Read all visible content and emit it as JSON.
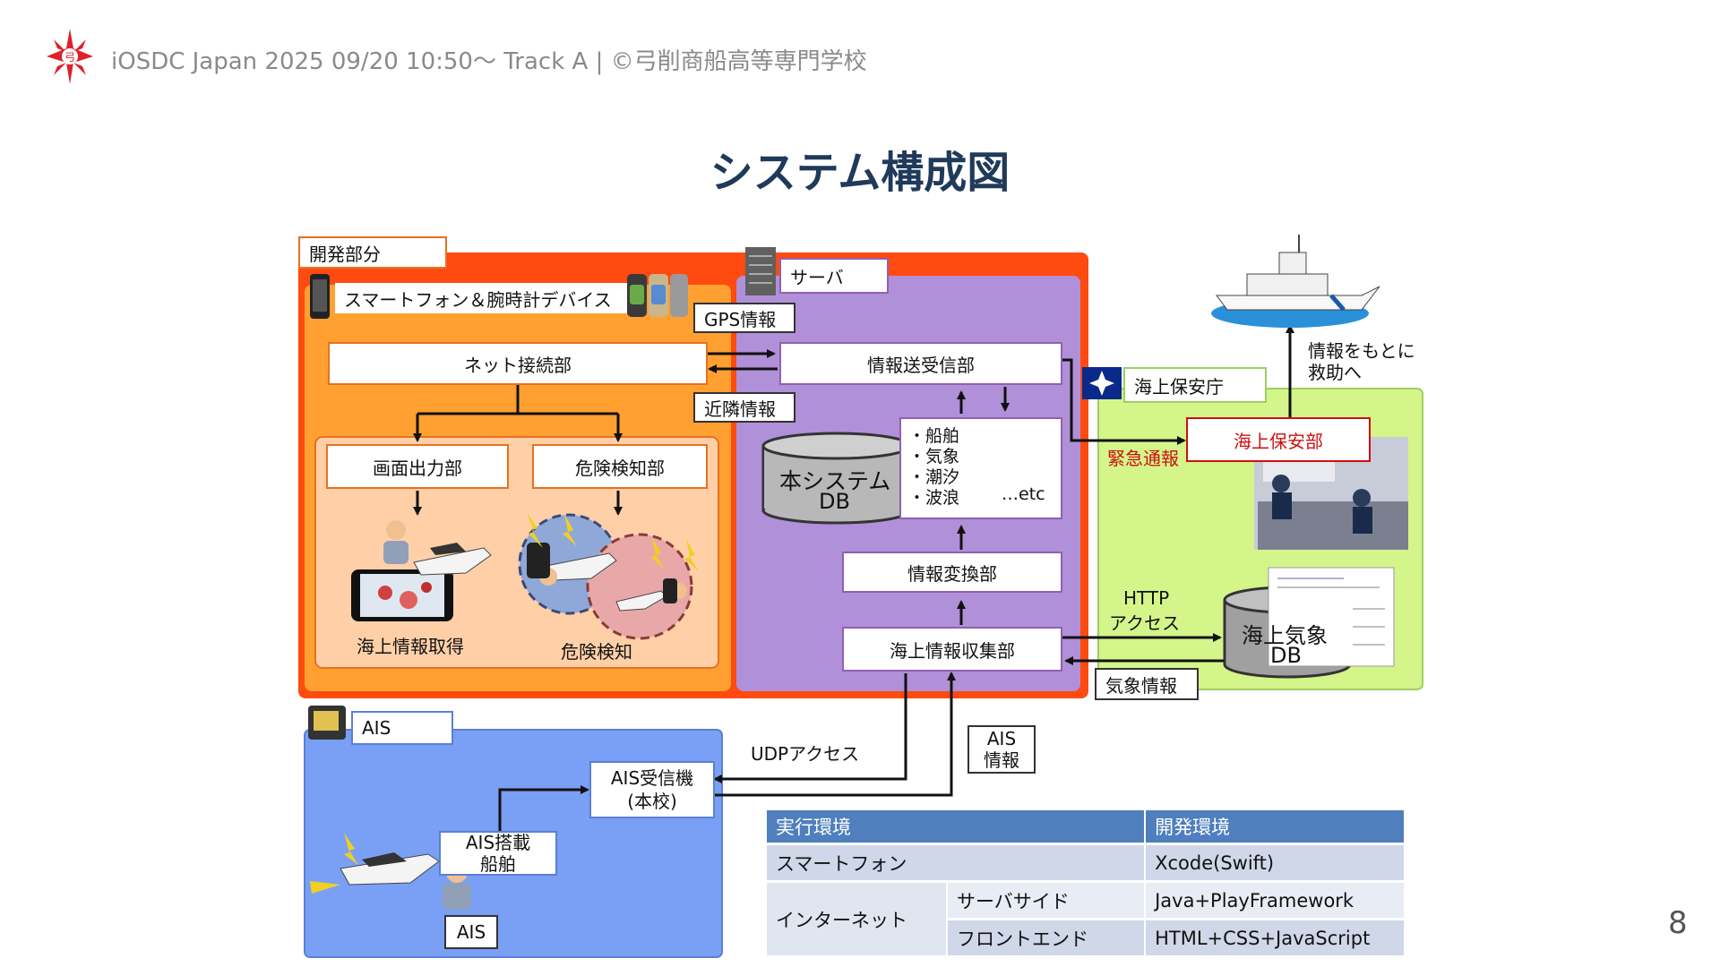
{
  "header": {
    "text": "iOSDC Japan 2025 09/20 10:50〜 Track A | ©弓削商船高等専門学校",
    "logo_icon": "school-crest-icon",
    "logo_color": "#e0202a"
  },
  "title": "システム構成図",
  "page_number": "8",
  "colors": {
    "dev_area": "#ff4a10",
    "smartphone_area": "#ffa030",
    "server_area": "#b090d8",
    "coastguard_area": "#d4f58a",
    "ais_area": "#7aa0f5",
    "table_header": "#4f7fbd",
    "emergency_red": "#cc1010"
  },
  "diagram": {
    "dev_label": "開発部分",
    "smartphone_label": "スマートフォン＆腕時計デバイス",
    "net_connect": "ネット接続部",
    "screen_output": "画面出力部",
    "danger_detect_unit": "危険検知部",
    "marine_info_get": "海上情報取得",
    "danger_detect": "危険検知",
    "gps_info": "GPS情報",
    "neighbor_info": "近隣情報",
    "server_label": "サーバ",
    "info_transceiver": "情報送受信部",
    "system_db_line1": "本システム",
    "system_db_line2": "DB",
    "db_items": [
      "・船舶",
      "・気象",
      "・潮汐",
      "・波浪"
    ],
    "db_etc": "…etc",
    "info_convert": "情報変換部",
    "marine_collect": "海上情報収集部",
    "coastguard_agency": "海上保安庁",
    "coastguard_office": "海上保安部",
    "emergency_call": "緊急通報",
    "rescue_line1": "情報をもとに",
    "rescue_line2": "救助へ",
    "http_line1": "HTTP",
    "http_line2": "アクセス",
    "weather_db_line1": "海上気象",
    "weather_db_line2": "DB",
    "weather_info": "気象情報",
    "ais_label": "AIS",
    "udp_access": "UDPアクセス",
    "ais_info_line1": "AIS",
    "ais_info_line2": "情報",
    "ais_receiver_line1": "AIS受信機",
    "ais_receiver_line2": "(本校)",
    "ais_ship_line1": "AIS搭載",
    "ais_ship_line2": "船舶",
    "ais_small": "AIS"
  },
  "env_table": {
    "headers": [
      "実行環境",
      "開発環境"
    ],
    "rows": [
      {
        "runtime": "スマートフォン",
        "sub": "",
        "dev": "Xcode(Swift)"
      },
      {
        "runtime": "インターネット",
        "sub": "サーバサイド",
        "dev": "Java+PlayFramework"
      },
      {
        "runtime": "",
        "sub": "フロントエンド",
        "dev": "HTML+CSS+JavaScript"
      }
    ]
  }
}
